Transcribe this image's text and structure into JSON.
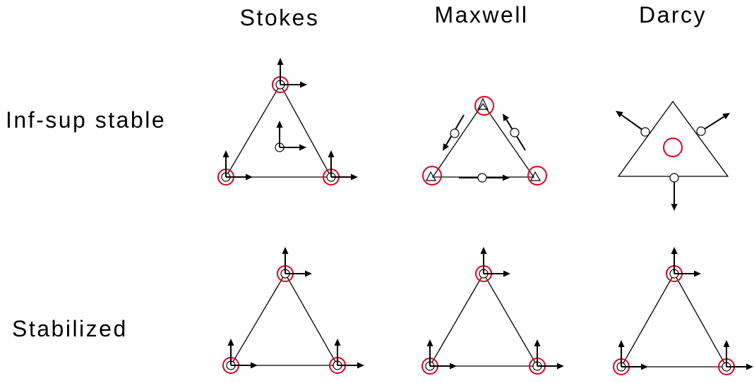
{
  "columns": {
    "stokes": "Stokes",
    "maxwell": "Maxwell",
    "darcy": "Darcy"
  },
  "rows": {
    "infsup": "Inf-sup stable",
    "stabilized": "Stabilized"
  },
  "colors": {
    "stroke": "#000000",
    "highlight": "#e3001b"
  }
}
